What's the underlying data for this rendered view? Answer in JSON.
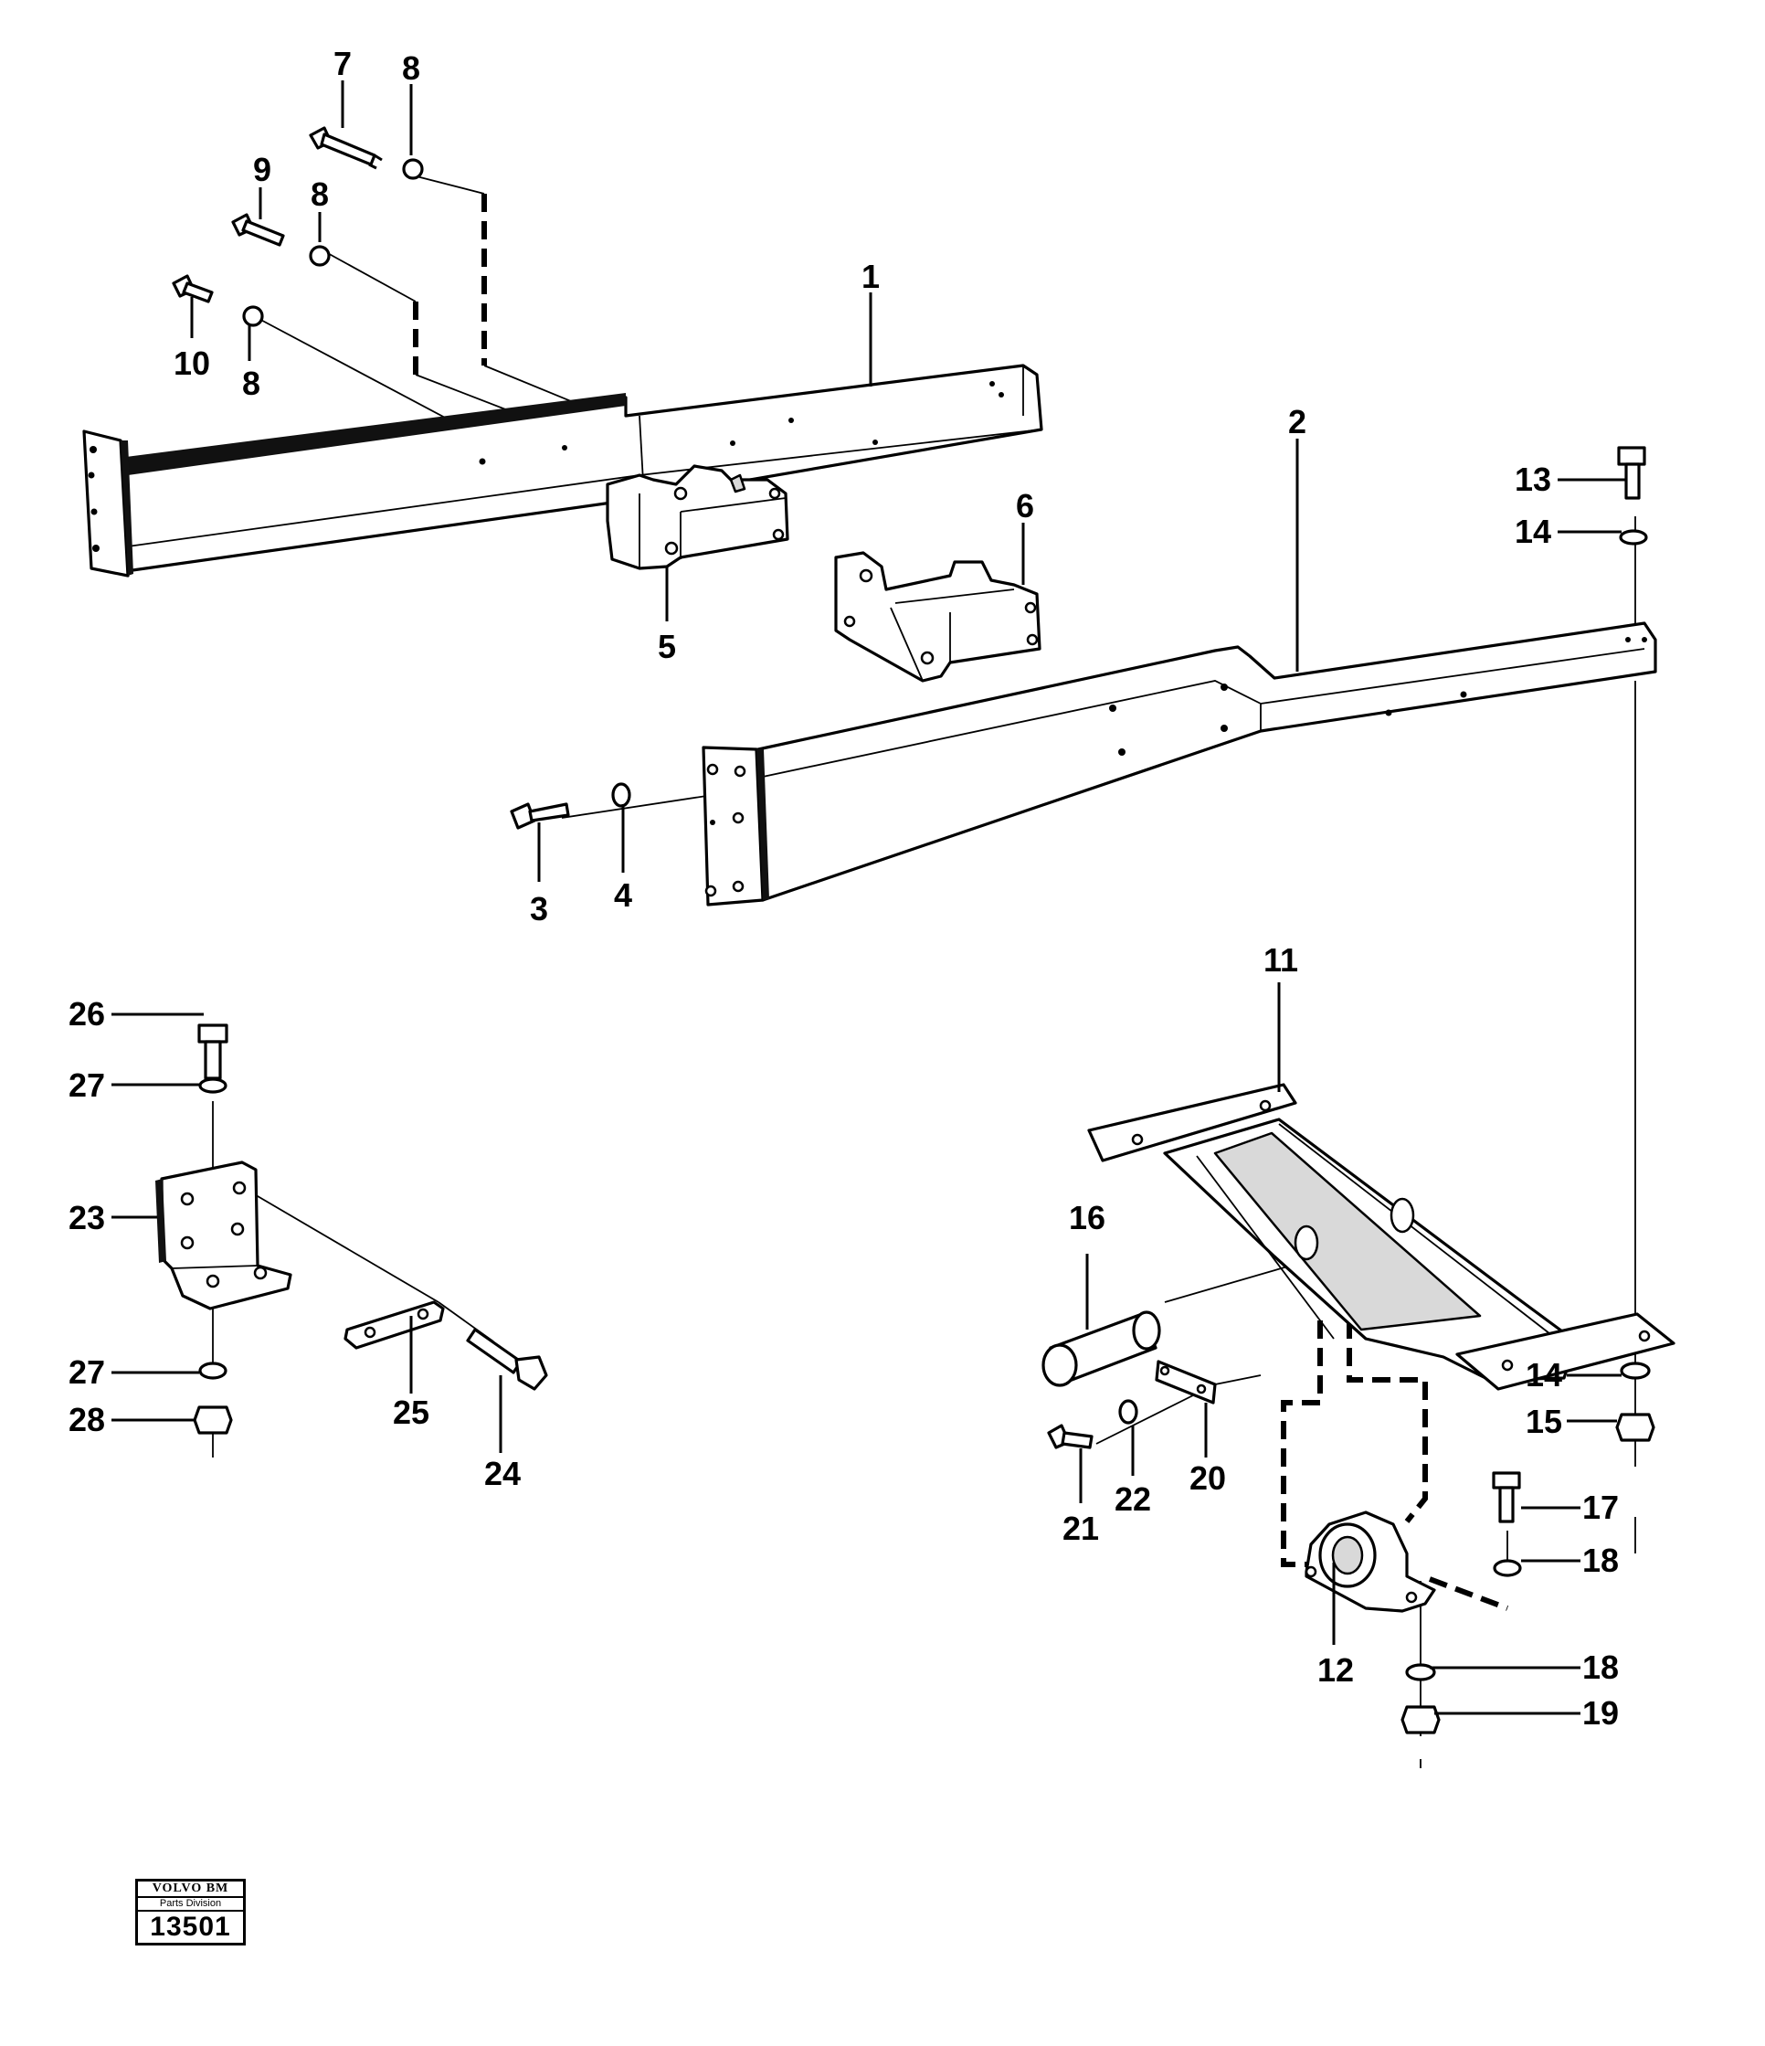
{
  "callouts": {
    "n1": "1",
    "n2": "2",
    "n3": "3",
    "n4": "4",
    "n5": "5",
    "n6": "6",
    "n7": "7",
    "n8": "8",
    "n9": "9",
    "n10": "10",
    "n11": "11",
    "n12": "12",
    "n13": "13",
    "n14": "14",
    "n15": "15",
    "n16": "16",
    "n17": "17",
    "n18": "18",
    "n19": "19",
    "n20": "20",
    "n21": "21",
    "n22": "22",
    "n23": "23",
    "n24": "24",
    "n25": "25",
    "n26": "26",
    "n27": "27",
    "n28": "28"
  },
  "logo": {
    "brand": "VOLVO BM",
    "division": "Parts Division",
    "number": "13501"
  }
}
